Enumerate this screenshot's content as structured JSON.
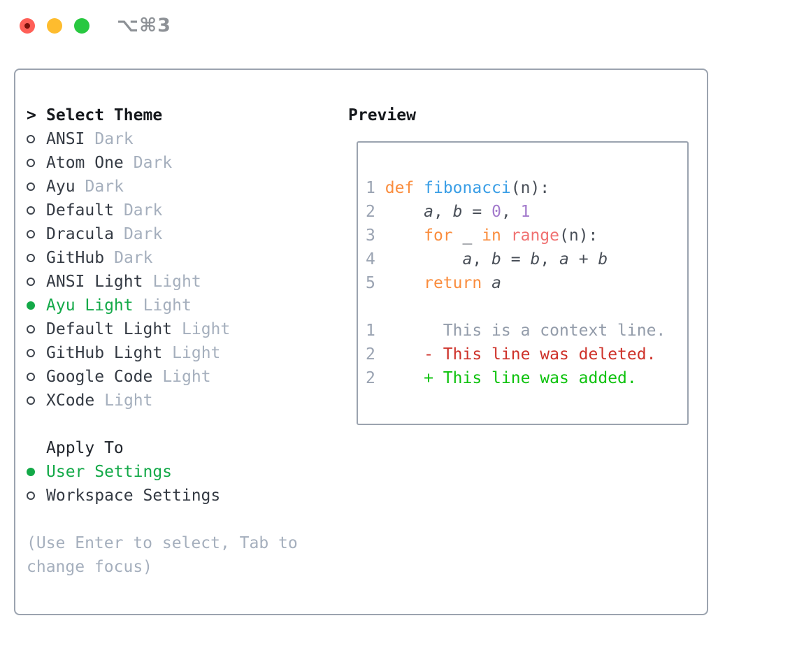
{
  "titlebar": {
    "shortcut": "⌥⌘3"
  },
  "theme_section": {
    "header_prefix": ">",
    "header": "Select Theme",
    "items": [
      {
        "name": "ANSI",
        "variant": "Dark",
        "selected": false
      },
      {
        "name": "Atom One",
        "variant": "Dark",
        "selected": false
      },
      {
        "name": "Ayu",
        "variant": "Dark",
        "selected": false
      },
      {
        "name": "Default",
        "variant": "Dark",
        "selected": false
      },
      {
        "name": "Dracula",
        "variant": "Dark",
        "selected": false
      },
      {
        "name": "GitHub",
        "variant": "Dark",
        "selected": false
      },
      {
        "name": "ANSI Light",
        "variant": "Light",
        "selected": false
      },
      {
        "name": "Ayu Light",
        "variant": "Light",
        "selected": true
      },
      {
        "name": "Default Light",
        "variant": "Light",
        "selected": false
      },
      {
        "name": "GitHub Light",
        "variant": "Light",
        "selected": false
      },
      {
        "name": "Google Code",
        "variant": "Light",
        "selected": false
      },
      {
        "name": "XCode",
        "variant": "Light",
        "selected": false
      }
    ]
  },
  "apply_section": {
    "header": "Apply To",
    "items": [
      {
        "name": "User Settings",
        "selected": true
      },
      {
        "name": "Workspace Settings",
        "selected": false
      }
    ]
  },
  "hint": "(Use Enter to select, Tab to change focus)",
  "preview": {
    "header": "Preview",
    "lines": [
      [
        {
          "t": "1",
          "c": "ln"
        },
        {
          "t": " "
        },
        {
          "t": "def",
          "c": "kw"
        },
        {
          "t": " "
        },
        {
          "t": "fibonacci",
          "c": "fn"
        },
        {
          "t": "(n):"
        }
      ],
      [
        {
          "t": "2",
          "c": "ln"
        },
        {
          "t": "     "
        },
        {
          "t": "a",
          "i": true
        },
        {
          "t": ", "
        },
        {
          "t": "b",
          "i": true
        },
        {
          "t": " = "
        },
        {
          "t": "0",
          "c": "num"
        },
        {
          "t": ", "
        },
        {
          "t": "1",
          "c": "num"
        }
      ],
      [
        {
          "t": "3",
          "c": "ln"
        },
        {
          "t": "     "
        },
        {
          "t": "for",
          "c": "kw"
        },
        {
          "t": " _ "
        },
        {
          "t": "in",
          "c": "kw"
        },
        {
          "t": " "
        },
        {
          "t": "range",
          "c": "call"
        },
        {
          "t": "(n):"
        }
      ],
      [
        {
          "t": "4",
          "c": "ln"
        },
        {
          "t": "         "
        },
        {
          "t": "a",
          "i": true
        },
        {
          "t": ", "
        },
        {
          "t": "b",
          "i": true
        },
        {
          "t": " = "
        },
        {
          "t": "b",
          "i": true
        },
        {
          "t": ", "
        },
        {
          "t": "a",
          "i": true
        },
        {
          "t": " + "
        },
        {
          "t": "b",
          "i": true
        }
      ],
      [
        {
          "t": "5",
          "c": "ln"
        },
        {
          "t": "     "
        },
        {
          "t": "return",
          "c": "kw"
        },
        {
          "t": " "
        },
        {
          "t": "a",
          "i": true
        }
      ],
      [],
      [
        {
          "t": "1",
          "c": "ln"
        },
        {
          "t": "       "
        },
        {
          "t": "This is a context line.",
          "c": "ctx"
        }
      ],
      [
        {
          "t": "2",
          "c": "ln"
        },
        {
          "t": "     "
        },
        {
          "t": "- This line was deleted.",
          "c": "del"
        }
      ],
      [
        {
          "t": "2",
          "c": "ln"
        },
        {
          "t": "     "
        },
        {
          "t": "+ This line was added.",
          "c": "add"
        }
      ]
    ]
  },
  "colors": {
    "selection_green": "#13a948",
    "diff_added": "#0ec20e",
    "diff_deleted": "#ce322a",
    "keyword_orange": "#fa8d3e",
    "function_blue": "#399ee6",
    "call_coral": "#f07171",
    "number_purple": "#a37acc",
    "code_fg": "#494f58",
    "line_number": "#9aa3b2",
    "context_gray": "#939caa",
    "muted_gray": "#a5afbd",
    "text_dark": "#343a43",
    "header_black": "#15181c",
    "border_gray": "#9ba3af",
    "traffic_red": "#ff5f57",
    "traffic_yellow": "#febc2e",
    "traffic_green": "#28c840"
  }
}
